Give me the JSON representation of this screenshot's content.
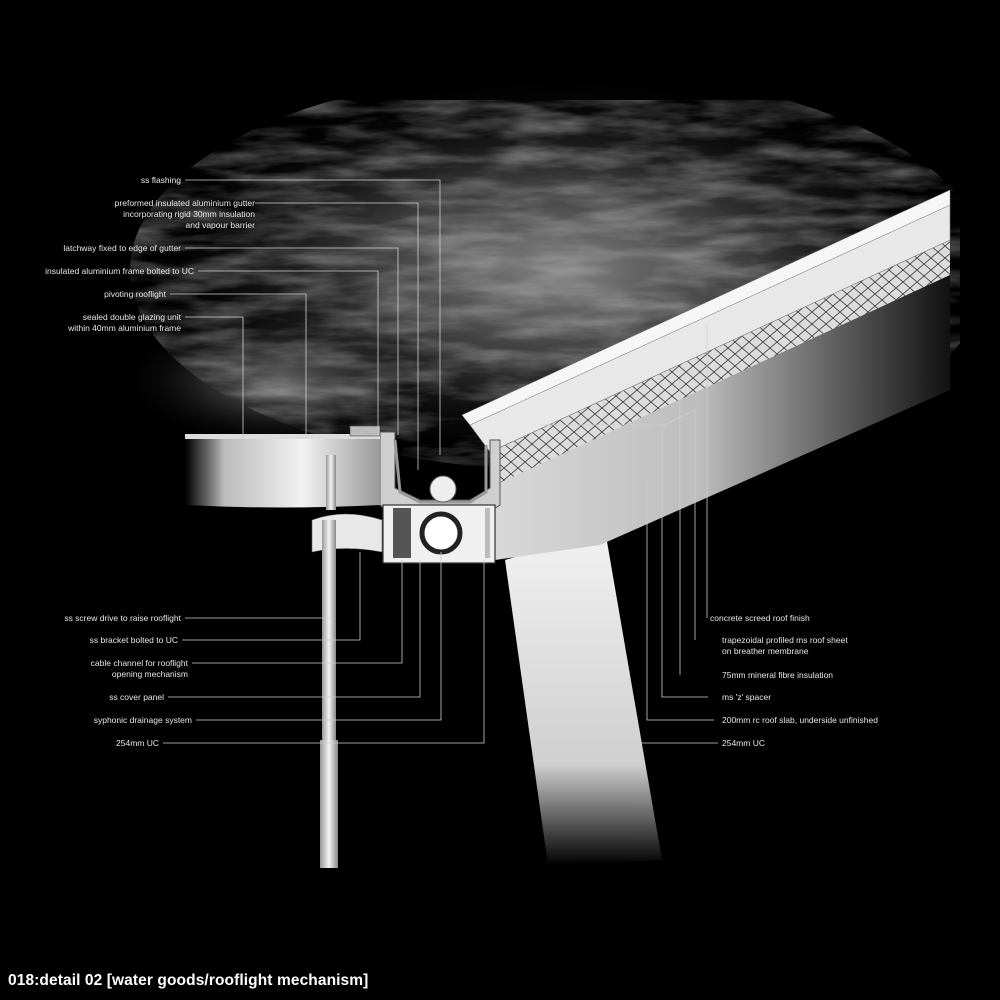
{
  "caption": "018:detail 02 [water goods/rooflight mechanism]",
  "labels_left_upper": [
    "ss flashing",
    "preformed insulated aluminium gutter\nincorporating rigid 30mm insulation\nand vapour barrier",
    "latchway fixed to edge of gutter",
    "insulated aluminium frame bolted to UC",
    "pivoting rooflight",
    "sealed double glazing unit\nwithin 40mm aluminium frame"
  ],
  "labels_left_lower": [
    "ss screw drive to raise rooflight",
    "ss bracket bolted to UC",
    "cable channel for rooflight\nopening mechanism",
    "ss cover panel",
    "syphonic drainage system",
    "254mm UC"
  ],
  "labels_right": [
    "concrete screed roof finish",
    "trapezoidal profiled ms roof sheet\non breather membrane",
    "75mm mineral fibre insulation",
    "ms 'z' spacer",
    "200mm rc roof slab, underside unfinished",
    "254mm UC"
  ]
}
